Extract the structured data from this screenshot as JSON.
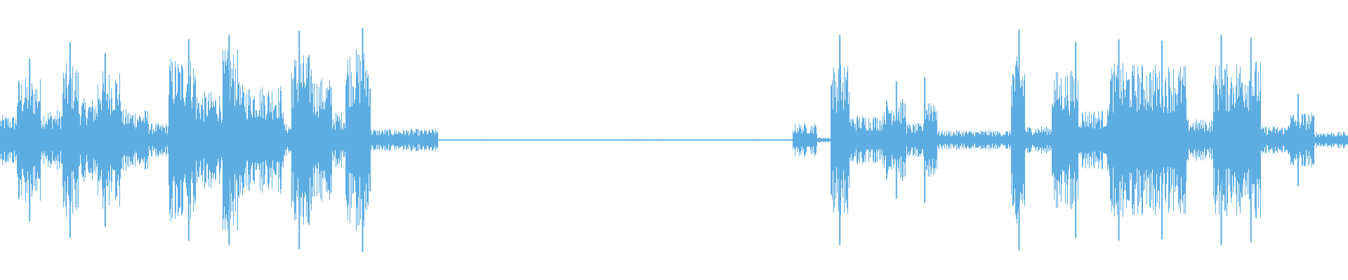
{
  "waveform": {
    "color": "#5dade2",
    "background": "#ffffff",
    "segments": [
      {
        "start": 0.0,
        "end": 0.012,
        "amp": 0.18
      },
      {
        "start": 0.012,
        "end": 0.03,
        "amp": 0.45
      },
      {
        "start": 0.03,
        "end": 0.046,
        "amp": 0.22
      },
      {
        "start": 0.046,
        "end": 0.058,
        "amp": 0.55
      },
      {
        "start": 0.058,
        "end": 0.072,
        "amp": 0.3
      },
      {
        "start": 0.072,
        "end": 0.09,
        "amp": 0.5
      },
      {
        "start": 0.09,
        "end": 0.11,
        "amp": 0.22
      },
      {
        "start": 0.11,
        "end": 0.125,
        "amp": 0.12
      },
      {
        "start": 0.125,
        "end": 0.145,
        "amp": 0.6
      },
      {
        "start": 0.145,
        "end": 0.165,
        "amp": 0.35
      },
      {
        "start": 0.165,
        "end": 0.178,
        "amp": 0.65
      },
      {
        "start": 0.178,
        "end": 0.21,
        "amp": 0.4
      },
      {
        "start": 0.21,
        "end": 0.216,
        "amp": 0.12
      },
      {
        "start": 0.216,
        "end": 0.232,
        "amp": 0.62
      },
      {
        "start": 0.232,
        "end": 0.246,
        "amp": 0.45
      },
      {
        "start": 0.246,
        "end": 0.256,
        "amp": 0.2
      },
      {
        "start": 0.256,
        "end": 0.275,
        "amp": 0.66
      },
      {
        "start": 0.275,
        "end": 0.325,
        "amp": 0.08
      },
      {
        "start": 0.325,
        "end": 0.588,
        "amp": 0.005
      },
      {
        "start": 0.588,
        "end": 0.606,
        "amp": 0.12
      },
      {
        "start": 0.606,
        "end": 0.616,
        "amp": 0.02
      },
      {
        "start": 0.616,
        "end": 0.63,
        "amp": 0.55
      },
      {
        "start": 0.63,
        "end": 0.655,
        "amp": 0.18
      },
      {
        "start": 0.655,
        "end": 0.672,
        "amp": 0.3
      },
      {
        "start": 0.672,
        "end": 0.685,
        "amp": 0.12
      },
      {
        "start": 0.685,
        "end": 0.695,
        "amp": 0.33
      },
      {
        "start": 0.695,
        "end": 0.75,
        "amp": 0.07
      },
      {
        "start": 0.75,
        "end": 0.76,
        "amp": 0.6
      },
      {
        "start": 0.76,
        "end": 0.78,
        "amp": 0.1
      },
      {
        "start": 0.78,
        "end": 0.8,
        "amp": 0.5
      },
      {
        "start": 0.8,
        "end": 0.822,
        "amp": 0.22
      },
      {
        "start": 0.822,
        "end": 0.85,
        "amp": 0.55
      },
      {
        "start": 0.85,
        "end": 0.88,
        "amp": 0.55
      },
      {
        "start": 0.88,
        "end": 0.9,
        "amp": 0.15
      },
      {
        "start": 0.9,
        "end": 0.915,
        "amp": 0.55
      },
      {
        "start": 0.915,
        "end": 0.935,
        "amp": 0.58
      },
      {
        "start": 0.935,
        "end": 0.955,
        "amp": 0.1
      },
      {
        "start": 0.955,
        "end": 0.975,
        "amp": 0.2
      },
      {
        "start": 0.975,
        "end": 1.0,
        "amp": 0.06
      }
    ],
    "spikes": [
      {
        "pos": 0.022,
        "amp": 0.58
      },
      {
        "pos": 0.052,
        "amp": 0.7
      },
      {
        "pos": 0.078,
        "amp": 0.62
      },
      {
        "pos": 0.14,
        "amp": 0.72
      },
      {
        "pos": 0.17,
        "amp": 0.75
      },
      {
        "pos": 0.222,
        "amp": 0.78
      },
      {
        "pos": 0.269,
        "amp": 0.8
      },
      {
        "pos": 0.623,
        "amp": 0.75
      },
      {
        "pos": 0.665,
        "amp": 0.42
      },
      {
        "pos": 0.686,
        "amp": 0.45
      },
      {
        "pos": 0.756,
        "amp": 0.79
      },
      {
        "pos": 0.798,
        "amp": 0.7
      },
      {
        "pos": 0.83,
        "amp": 0.72
      },
      {
        "pos": 0.862,
        "amp": 0.71
      },
      {
        "pos": 0.906,
        "amp": 0.75
      },
      {
        "pos": 0.928,
        "amp": 0.73
      },
      {
        "pos": 0.963,
        "amp": 0.33
      }
    ]
  }
}
